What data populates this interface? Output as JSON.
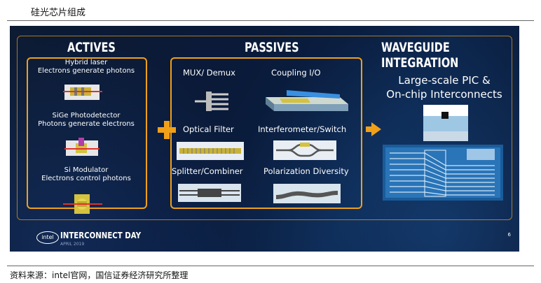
{
  "title": "硅光芯片组成",
  "source": "资料来源：intel官网，国信证券经济研究所整理",
  "slide": {
    "actives": {
      "header": "ACTIVES",
      "items": [
        {
          "name": "Hybrid laser",
          "desc": "Electrons generate photons"
        },
        {
          "name": "SiGe Photodetector",
          "desc": "Photons generate electrons"
        },
        {
          "name": "Si Modulator",
          "desc": "Electrons control photons"
        }
      ]
    },
    "passives": {
      "header": "PASSIVES",
      "items": [
        "MUX/ Demux",
        "Coupling I/O",
        "Optical Filter",
        "Interferometer/Switch",
        "Splitter/Combiner",
        "Polarization Diversity"
      ]
    },
    "integration": {
      "header": "WAVEGUIDE INTEGRATION",
      "line1": "Large-scale PIC &",
      "line2": "On-chip Interconnects"
    },
    "footer": {
      "logo": "intel",
      "event": "INTERCONNECT DAY",
      "date": "APRIL 2019",
      "page": "6"
    },
    "accent_color": "#f0a018"
  }
}
